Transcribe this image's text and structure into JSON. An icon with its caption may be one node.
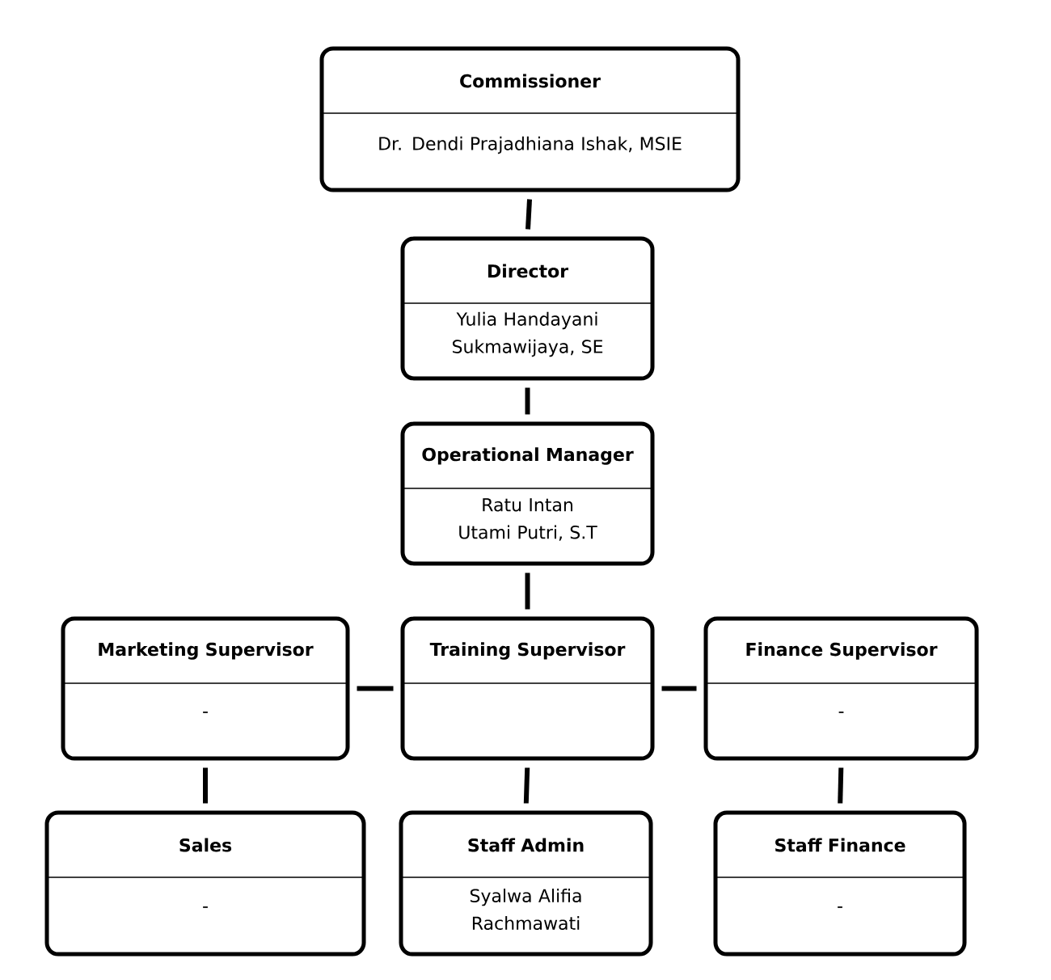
{
  "diagram": {
    "nodes": [
      {
        "text": [
          "Commissioner",
          "Dr. Dendi Prajadhiana Ishak, MSIE"
        ]
      },
      {
        "text": [
          "Director",
          "Yulia Handayani Sukmawijaya,  SE"
        ]
      },
      {
        "text": [
          "Operational Manager",
          "Ratu Intan Utami Putri, S.T"
        ]
      },
      {
        "text": [
          "Marketing Supervisor",
          "-"
        ]
      },
      {
        "text": [
          "Training Supervisor"
        ]
      },
      {
        "text": [
          "Finance Supervisor",
          "-"
        ]
      },
      {
        "text": [
          "Sales",
          "-"
        ]
      },
      {
        "text": [
          "Staff Admin",
          "Syalwa Alifia Rachmawati"
        ]
      },
      {
        "text": [
          "Staff Finance",
          "-"
        ]
      }
    ],
    "edges": [
      {
        "from": 0,
        "to": 1,
        "arrow": "none"
      },
      {
        "from": 1,
        "to": 2,
        "arrow": "none"
      },
      {
        "from": 2,
        "to": 4,
        "arrow": "none"
      },
      {
        "from": 3,
        "to": 4,
        "arrow": "none"
      },
      {
        "from": 4,
        "to": 5,
        "arrow": "none"
      },
      {
        "from": 3,
        "to": 6,
        "arrow": "none"
      },
      {
        "from": 4,
        "to": 7,
        "arrow": "none"
      },
      {
        "from": 5,
        "to": 8,
        "arrow": "none"
      }
    ]
  }
}
